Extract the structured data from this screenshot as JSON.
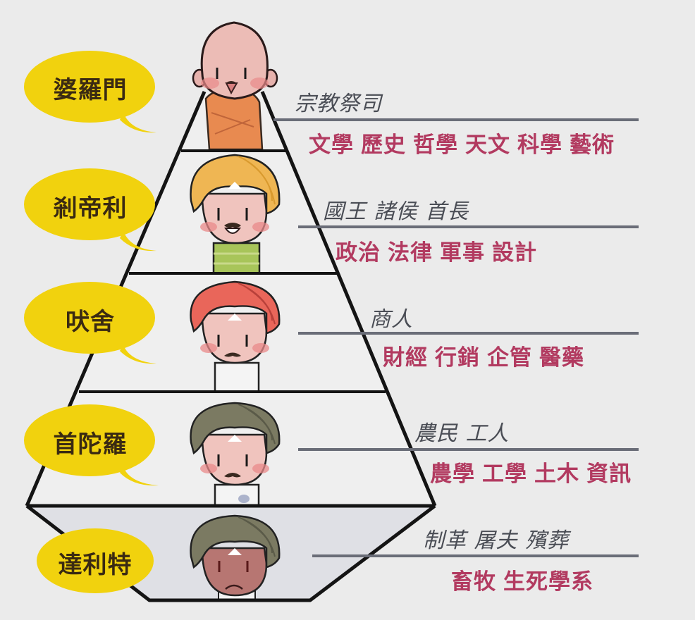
{
  "colors": {
    "background": "#ebebeb",
    "bubble": "#f1d20e",
    "bubble_text": "#3a2a12",
    "role_text": "#4a4d55",
    "field_text": "#b23a60",
    "rule_line": "#6a6d78",
    "outline": "#141414"
  },
  "tiers": [
    {
      "caste": "婆羅門",
      "roles": "宗教祭司",
      "fields": [
        "文學",
        "歷史",
        "哲學",
        "天文",
        "科學",
        "藝術"
      ],
      "figure": "monk-bald-orange-robe-icon"
    },
    {
      "caste": "剎帝利",
      "roles": "國王 諸侯 首長",
      "fields": [
        "政治",
        "法律",
        "軍事",
        "設計"
      ],
      "figure": "man-yellow-turban-icon"
    },
    {
      "caste": "吠舍",
      "roles": "商人",
      "fields": [
        "財經",
        "行銷",
        "企管",
        "醫藥"
      ],
      "figure": "man-red-turban-icon"
    },
    {
      "caste": "首陀羅",
      "roles": "農民 工人",
      "fields": [
        "農學",
        "工學",
        "土木",
        "資訊"
      ],
      "figure": "man-olive-turban-icon"
    },
    {
      "caste": "達利特",
      "roles": "制革 屠夫 殯葬",
      "fields": [
        "畜牧",
        "生死學系"
      ],
      "figure": "man-olive-turban-sad-icon"
    }
  ]
}
